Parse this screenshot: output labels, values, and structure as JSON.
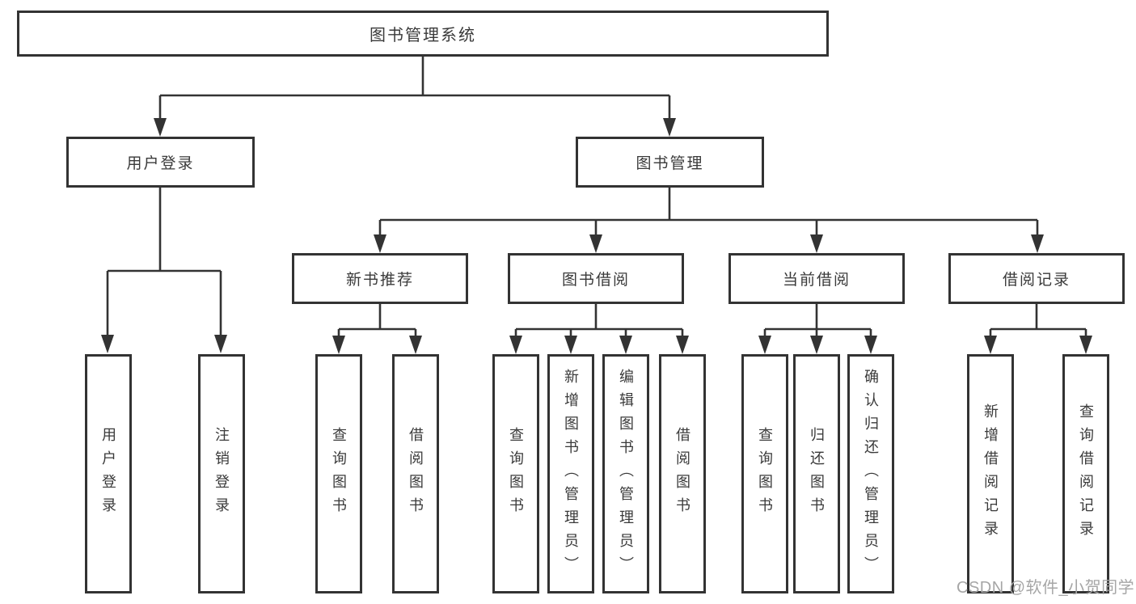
{
  "tree": {
    "label": "图书管理系统",
    "children": [
      {
        "label": "用户登录",
        "children": [
          {
            "label": "用户登录"
          },
          {
            "label": "注销登录"
          }
        ]
      },
      {
        "label": "图书管理",
        "children": [
          {
            "label": "新书推荐",
            "children": [
              {
                "label": "查询图书"
              },
              {
                "label": "借阅图书"
              }
            ]
          },
          {
            "label": "图书借阅",
            "children": [
              {
                "label": "查询图书"
              },
              {
                "label": "新增图书（管理员）"
              },
              {
                "label": "编辑图书（管理员）"
              },
              {
                "label": "借阅图书"
              }
            ]
          },
          {
            "label": "当前借阅",
            "children": [
              {
                "label": "查询图书"
              },
              {
                "label": "归还图书"
              },
              {
                "label": "确认归还（管理员）"
              }
            ]
          },
          {
            "label": "借阅记录",
            "children": [
              {
                "label": "新增借阅记录"
              },
              {
                "label": "查询借阅记录"
              }
            ]
          }
        ]
      }
    ]
  },
  "watermark": {
    "text": "CSDN @软件_小贺同学"
  },
  "colors": {
    "line": "#333333",
    "border": "#333333",
    "text": "#3a3a3a",
    "watermark": "#a6a6a6",
    "background": "#ffffff"
  }
}
